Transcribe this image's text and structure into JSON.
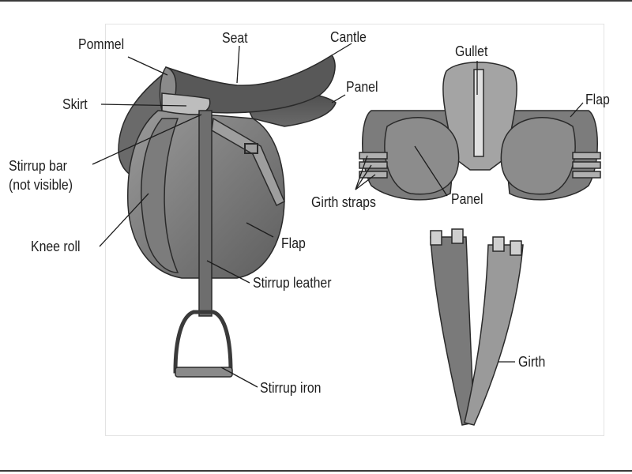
{
  "labels": {
    "pommel": "Pommel",
    "seat": "Seat",
    "cantle": "Cantle",
    "skirt": "Skirt",
    "panel": "Panel",
    "stirrup_bar": "Stirrup bar",
    "not_visible": "(not visible)",
    "knee_roll": "Knee roll",
    "flap": "Flap",
    "stirrup_leather": "Stirrup leather",
    "stirrup_iron": "Stirrup iron",
    "gullet": "Gullet",
    "flap_underside": "Flap",
    "girth_straps": "Girth straps",
    "panel_underside": "Panel",
    "girth": "Girth"
  }
}
